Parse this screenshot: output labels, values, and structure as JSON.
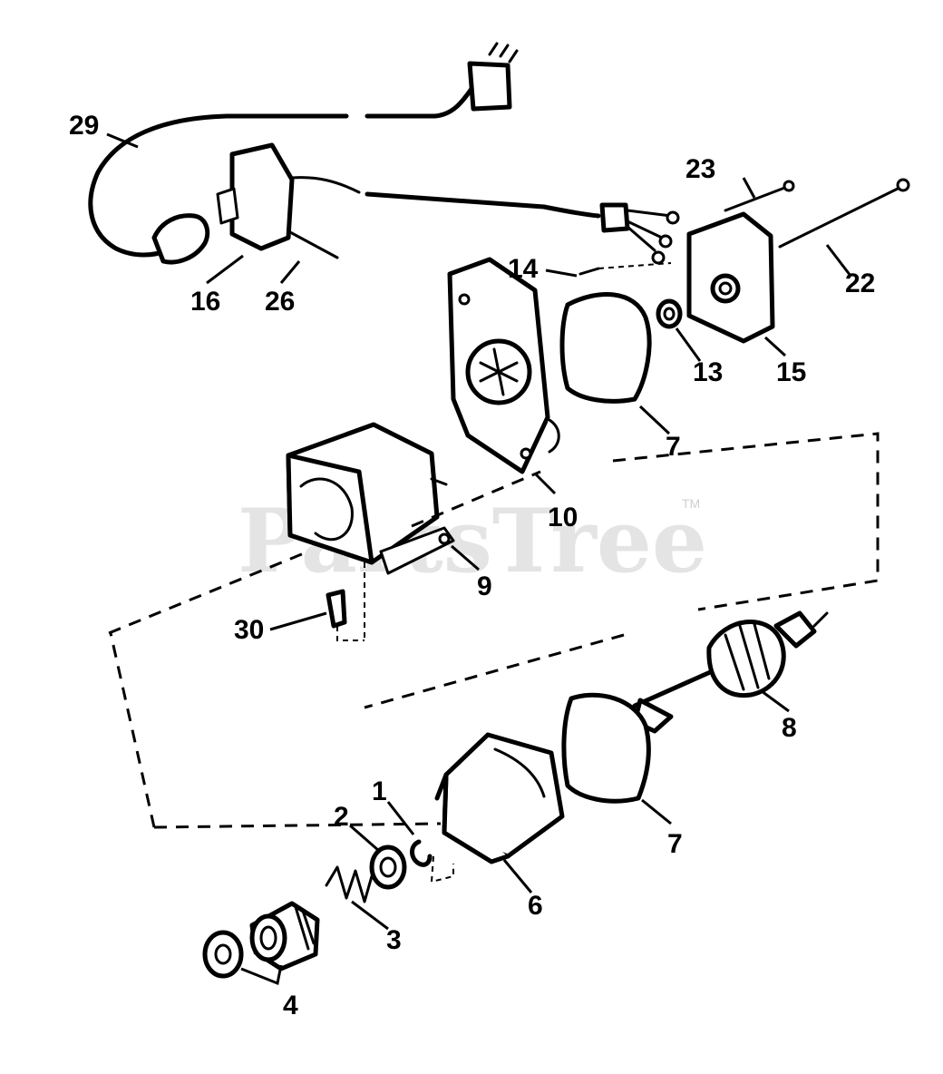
{
  "watermark": {
    "text": "PartsTree",
    "trademark": "TM"
  },
  "callouts": {
    "c29": "29",
    "c16": "16",
    "c26": "26",
    "c23": "23",
    "c22": "22",
    "c14": "14",
    "c13": "13",
    "c15": "15",
    "c7a": "7",
    "c10": "10",
    "c9": "9",
    "c30": "30",
    "c8": "8",
    "c7b": "7",
    "c1": "1",
    "c2": "2",
    "c3": "3",
    "c6": "6",
    "c4": "4"
  }
}
